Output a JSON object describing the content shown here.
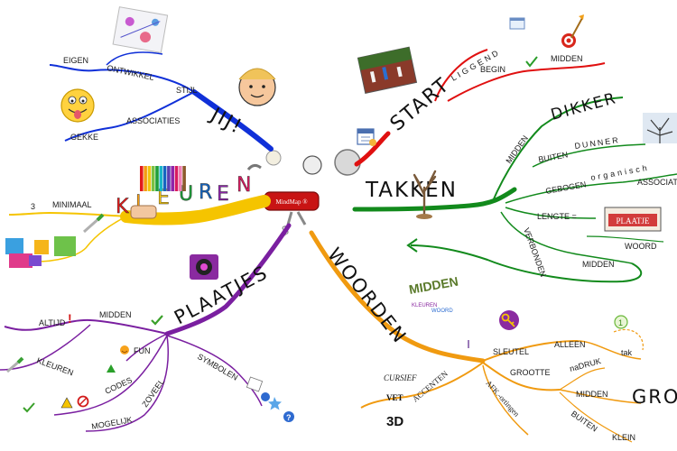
{
  "center": {
    "label": "MindMap ®"
  },
  "jij": {
    "title": "JIJ!",
    "branches": {
      "eigen": "EIGEN",
      "ontwikkel": "ONTWIKKEL",
      "stijl": "STIJL",
      "associaties": "ASSOCIATIES",
      "gekke": "GEKKE"
    }
  },
  "start": {
    "title": "START",
    "branches": {
      "liggend": "LIGGEND",
      "begin": "BEGIN",
      "midden": "MIDDEN"
    }
  },
  "takken": {
    "title": "TAKKEN",
    "branches": {
      "midden": "MIDDEN",
      "dikker": "DIKKER",
      "buiten": "BUITEN",
      "dunner": "DUNNER",
      "gebogen": "GEBOGEN",
      "organisch": "organisch",
      "associatie": "ASSOCIATIE",
      "lengte": "LENGTE =",
      "plaatje": "PLAATJE",
      "woord": "WOORD",
      "verbonden": "VERBONDEN",
      "midden2": "MIDDEN"
    }
  },
  "kleuren": {
    "title": "KLEUREN",
    "letters": [
      "K",
      "L",
      "E",
      "U",
      "R",
      "E",
      "N"
    ],
    "letter_colors": [
      "#e21b1b",
      "#f39c12",
      "#f1c40f",
      "#1f9e3a",
      "#1565c0",
      "#8e24aa",
      "#d81b60"
    ],
    "branches": {
      "minimaal": "MINIMAAL",
      "three": "3"
    }
  },
  "plaatjes": {
    "title": "PLAATJES",
    "branches": {
      "altijd": "ALTIJD",
      "midden": "MIDDEN",
      "kleuren": "KLEUREN",
      "fun": "FUN",
      "codes": "CODES",
      "zoveel": "ZOVEEL",
      "symbolen": "SYMBOLEN",
      "mogelijk": "MOGELIJK"
    }
  },
  "woorden": {
    "title": "WOORDEN",
    "wordcloud": {
      "midden": "MIDDEN",
      "kleuren": "KLEUREN",
      "woord": "WOORD"
    },
    "branches": {
      "sleutel": "SLEUTEL",
      "alleen": "ALLEEN",
      "tak": "tak",
      "one": "1",
      "grootte": "GROOTTE",
      "nadruk": "naDRUK",
      "midden": "MIDDEN",
      "gro": "GRO",
      "buiten": "BUITEN",
      "klein": "KLEIN",
      "cursief": "CURSIEF",
      "vet": "VET",
      "three_d": "3D",
      "accenten": "ACCENTEN",
      "afk": "AFK.-ortingen"
    }
  },
  "colors": {
    "jij": "#1030d8",
    "start": "#e01010",
    "takken": "#128a1c",
    "kleuren": "#f5c400",
    "plaatjes": "#7a1fa0",
    "woorden": "#f09a10"
  }
}
